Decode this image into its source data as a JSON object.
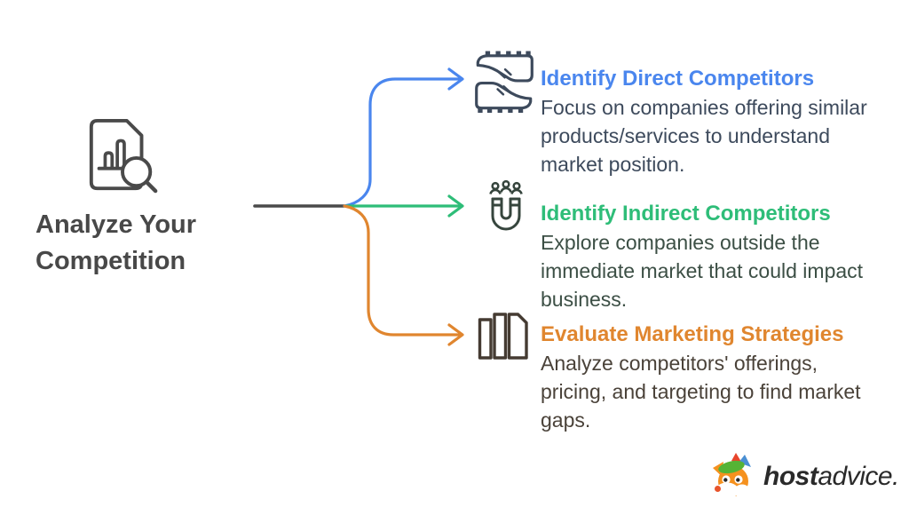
{
  "canvas": {
    "background": "#ffffff"
  },
  "root": {
    "icon": "document-chart-magnifier-icon",
    "title_line1": "Analyze Your",
    "title_line2": "Competition",
    "title_color": "#484848"
  },
  "connector": {
    "trunk_color": "#4a4a4a",
    "branch_colors": [
      "#4a86ee",
      "#2ebd78",
      "#e0862f"
    ]
  },
  "branches": [
    {
      "icon": "soccer-cleats-icon",
      "accent": "#4a86ee",
      "heading": "Identify Direct Competitors",
      "body": "Focus on companies offering similar products/services to understand market position.",
      "body_color": "#3d4a5c"
    },
    {
      "icon": "magnet-people-icon",
      "accent": "#2ebd78",
      "heading": "Identify Indirect Competitors",
      "body": "Explore companies outside the immediate market that could impact business.",
      "body_color": "#3c4f45"
    },
    {
      "icon": "books-icon",
      "accent": "#e0862f",
      "heading": "Evaluate Marketing Strategies",
      "body": "Analyze competitors' offerings, pricing, and targeting to find market gaps.",
      "body_color": "#4a4239"
    }
  ],
  "logo": {
    "mascot": "fox-mascot-icon",
    "brand_bold": "host",
    "brand_light": "advice.",
    "text_color": "#2a2a2a"
  }
}
